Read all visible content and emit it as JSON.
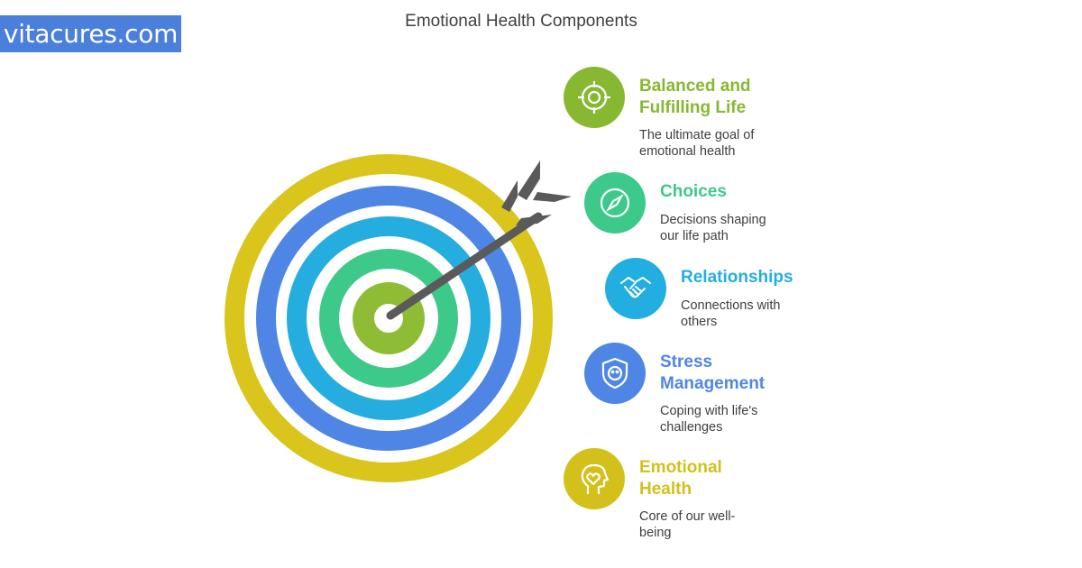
{
  "brand": {
    "text": "vitacures.com",
    "bg": "#4a7fdc"
  },
  "diagram": {
    "title": "Emotional Health Components",
    "ring_colors": [
      "#d9c51b",
      "#4f86e6",
      "#26ade0",
      "#3dc98a",
      "#8ebd35"
    ],
    "arrow_color": "#5a5a5a",
    "items": [
      {
        "heading": "Balanced and Fulfilling Life",
        "line1": "Balanced and",
        "line2": "Fulfilling Life",
        "desc1": "The ultimate goal of",
        "desc2": "emotional health",
        "color": "#88b832",
        "icon": "target-icon"
      },
      {
        "heading": "Choices",
        "line1": "Choices",
        "line2": "",
        "desc1": "Decisions shaping",
        "desc2": "our life path",
        "color": "#3dc98a",
        "icon": "compass-icon"
      },
      {
        "heading": "Relationships",
        "line1": "Relationships",
        "line2": "",
        "desc1": "Connections with",
        "desc2": "others",
        "color": "#22aee0",
        "icon": "handshake-icon"
      },
      {
        "heading": "Stress Management",
        "line1": "Stress",
        "line2": "Management",
        "desc1": "Coping with life's",
        "desc2": "challenges",
        "color": "#4f86e6",
        "icon": "shield-icon"
      },
      {
        "heading": "Emotional Health",
        "line1": "Emotional",
        "line2": "Health",
        "desc1": "Core of our well-",
        "desc2": "being",
        "color": "#d4c01a",
        "icon": "heart-head-icon"
      }
    ]
  }
}
